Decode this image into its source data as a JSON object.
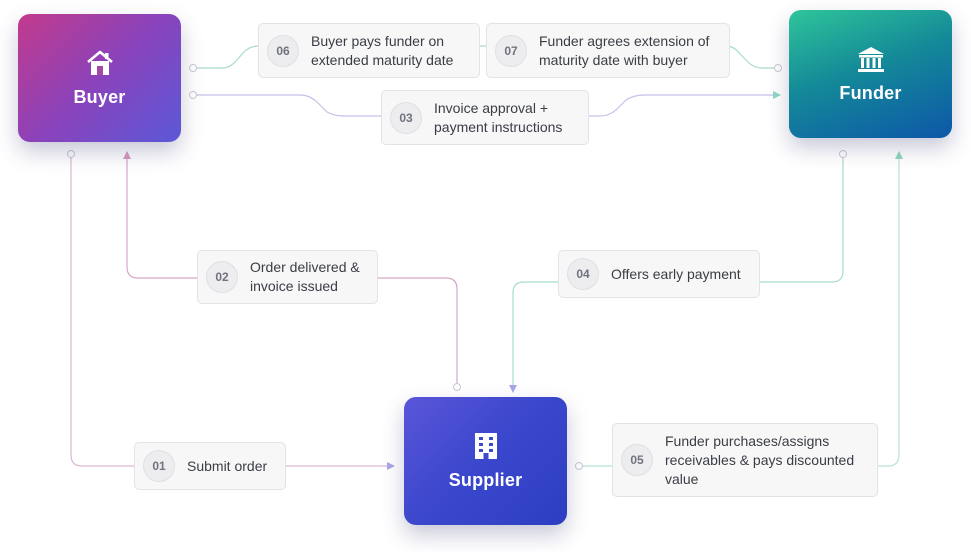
{
  "nodes": {
    "buyer": {
      "label": "Buyer",
      "icon": "house-icon"
    },
    "funder": {
      "label": "Funder",
      "icon": "bank-icon"
    },
    "supplier": {
      "label": "Supplier",
      "icon": "office-building-icon"
    }
  },
  "steps": [
    {
      "number": "01",
      "text": "Submit order"
    },
    {
      "number": "02",
      "text": "Order delivered & invoice issued"
    },
    {
      "number": "03",
      "text": "Invoice approval + payment instructions"
    },
    {
      "number": "04",
      "text": "Offers early payment"
    },
    {
      "number": "05",
      "text": "Funder purchases/assigns receivables & pays discounted value"
    },
    {
      "number": "06",
      "text": "Buyer pays funder on extended maturity date"
    },
    {
      "number": "07",
      "text": "Funder agrees extension of maturity date with buyer"
    }
  ],
  "colors": {
    "buyer_line": "#d9a2c6",
    "buyer_arrow": "#b9b6ea",
    "funder_line": "#9fdcc9",
    "supplier_line": "#b0b3e8"
  }
}
